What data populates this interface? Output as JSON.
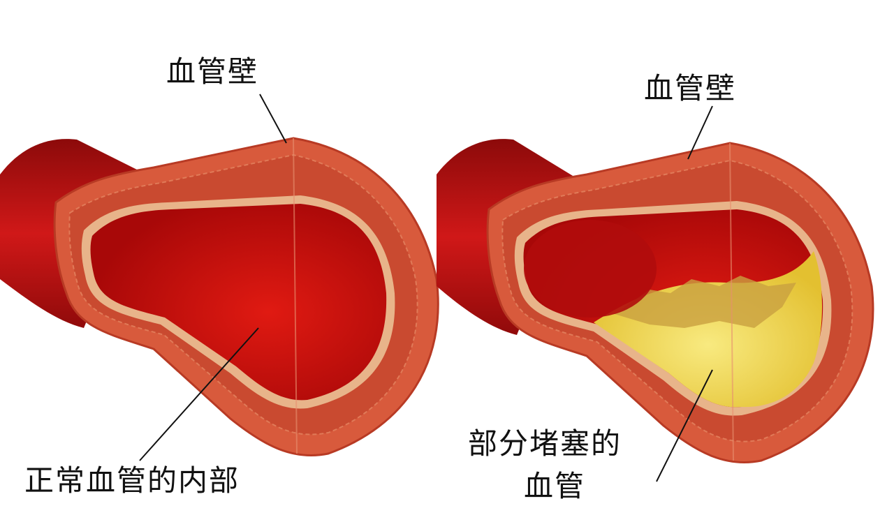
{
  "labels": {
    "left_wall": "血管壁",
    "left_inner": "正常血管的内部",
    "right_wall": "血管壁",
    "right_blocked_line1": "部分堵塞的",
    "right_blocked_line2": "血管"
  },
  "colors": {
    "blood": "#c80f0f",
    "wall": "#d85a3c",
    "intima": "#e8b48a",
    "plaque": "#f2d84a"
  }
}
